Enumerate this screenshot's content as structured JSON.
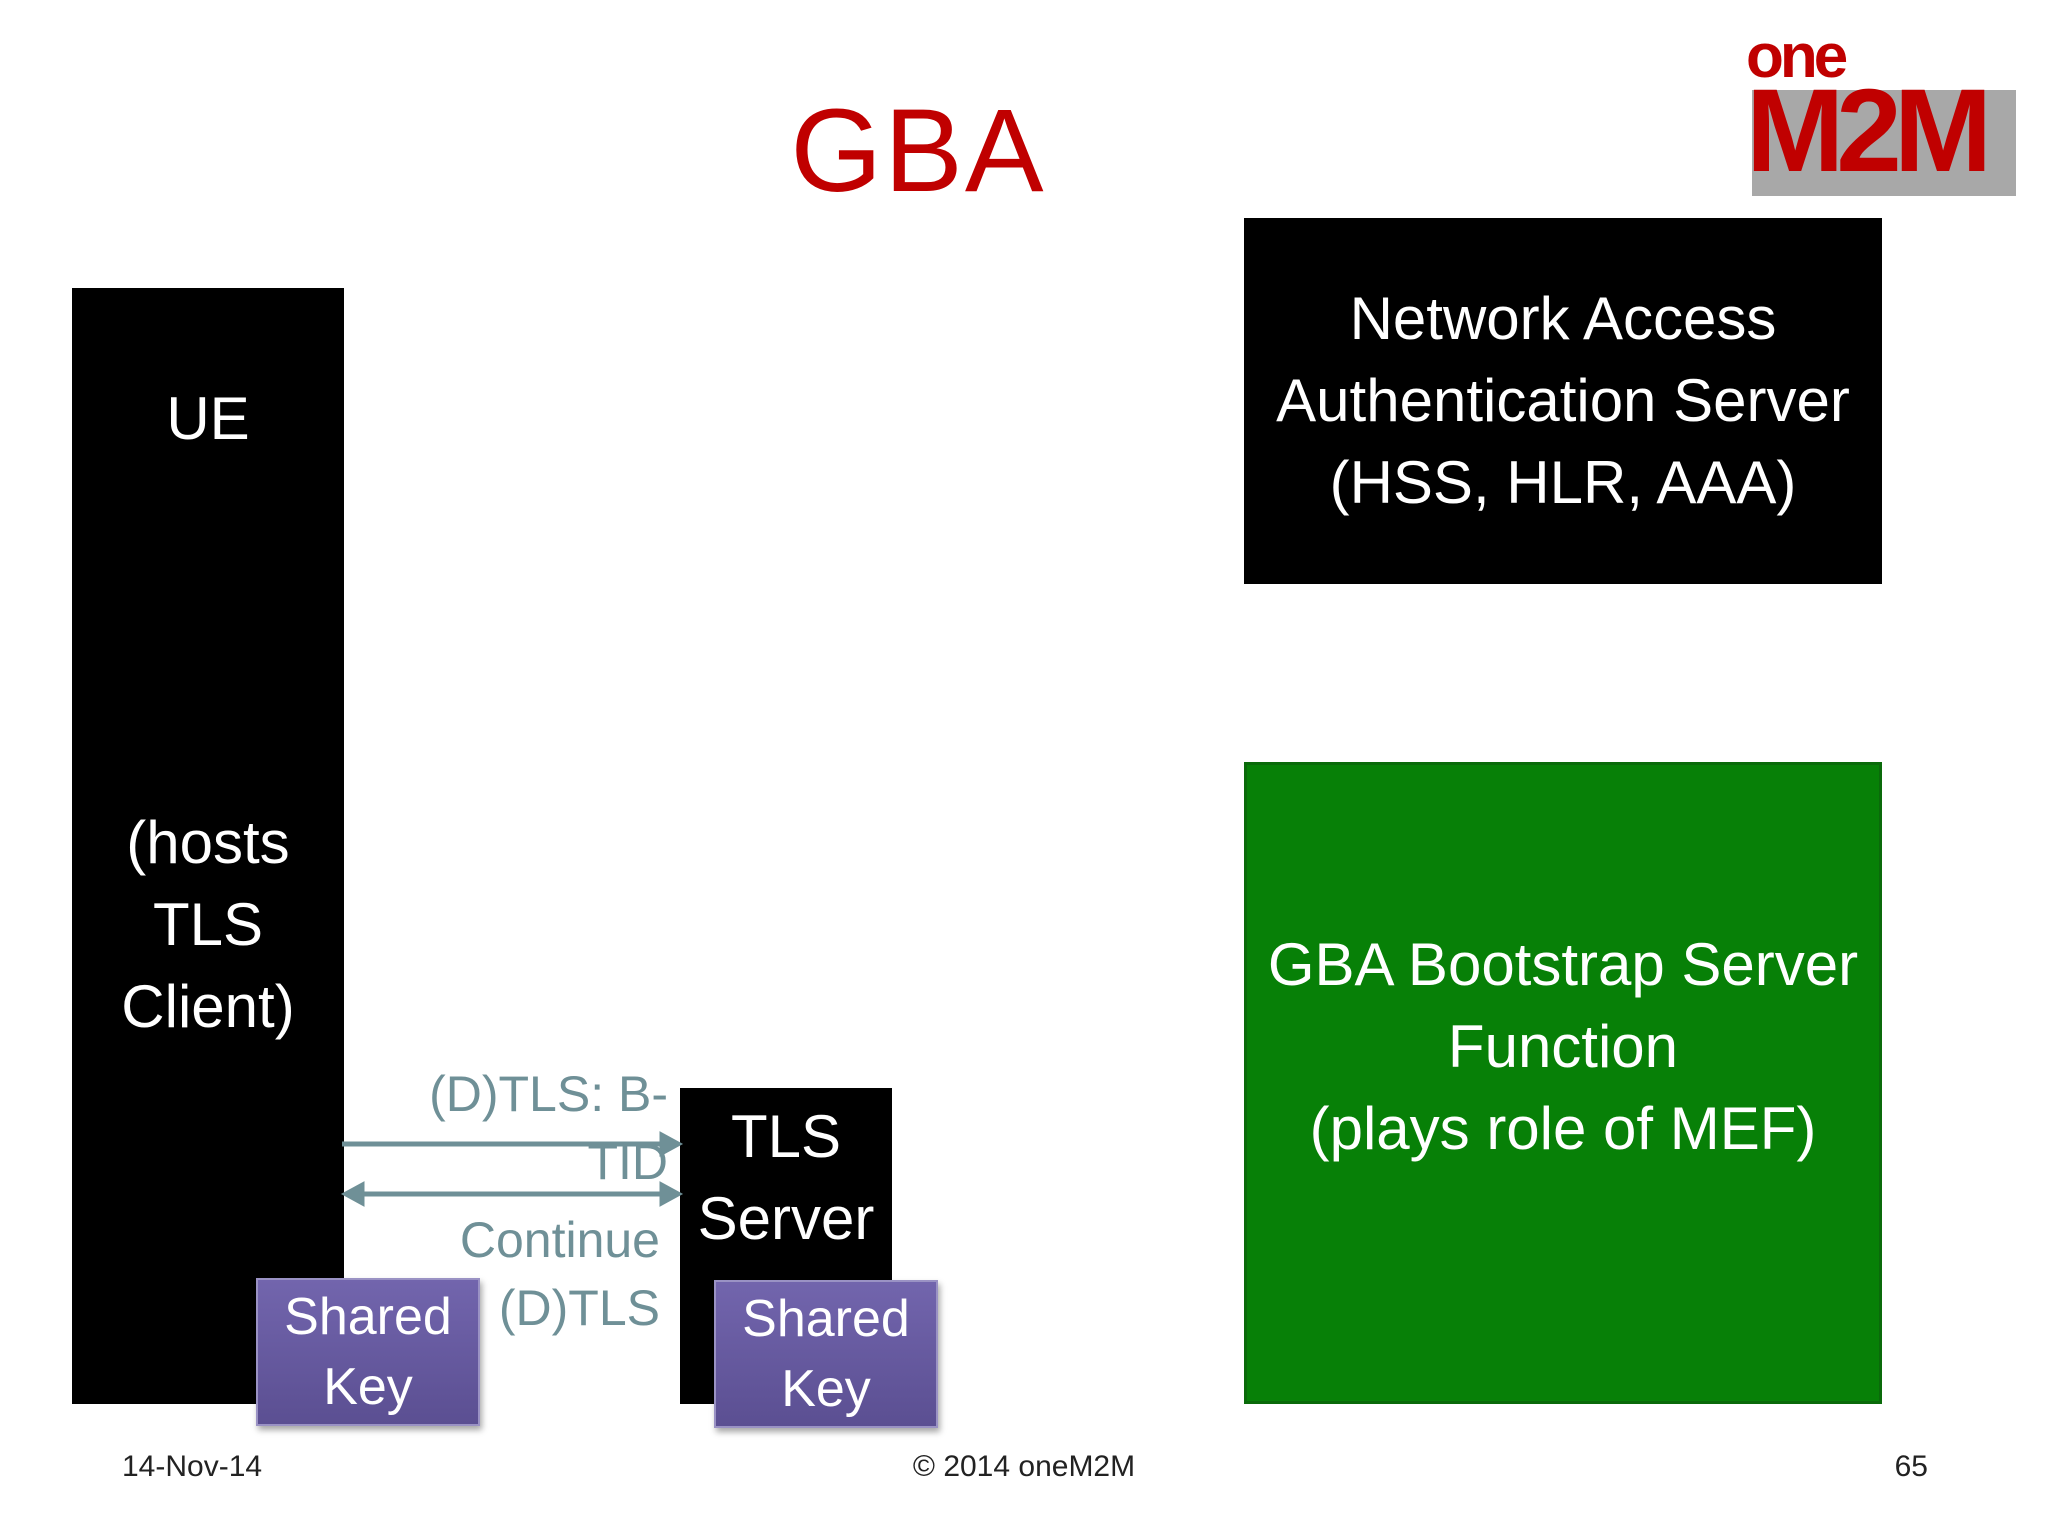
{
  "slide": {
    "title": "GBA",
    "logo": {
      "top": "one",
      "bottom": "M2M"
    },
    "footer": {
      "date": "14-Nov-14",
      "copyright": "© 2014 oneM2M",
      "page": "65"
    }
  },
  "diagram": {
    "ue": {
      "title": "UE",
      "lines": [
        "(hosts",
        "TLS",
        "Client)"
      ]
    },
    "tls_server": {
      "lines": [
        "TLS",
        "Server"
      ]
    },
    "ue_key": {
      "lines": [
        "Shared",
        "Key"
      ]
    },
    "server_key": {
      "lines": [
        "Shared",
        "Key"
      ]
    },
    "naas": {
      "lines": [
        "Network Access",
        "Authentication Server",
        "(HSS, HLR, AAA)"
      ]
    },
    "bsf": {
      "lines": [
        "GBA Bootstrap Server",
        "Function",
        "(plays role of MEF)"
      ]
    },
    "arrow1_label": "(D)TLS: B-TID",
    "arrow2_label": [
      "Continue",
      "(D)TLS"
    ]
  },
  "colors": {
    "title": "#c00000",
    "green": "#078007",
    "purple": "#6a5da3",
    "arrow": "#6f9097"
  }
}
